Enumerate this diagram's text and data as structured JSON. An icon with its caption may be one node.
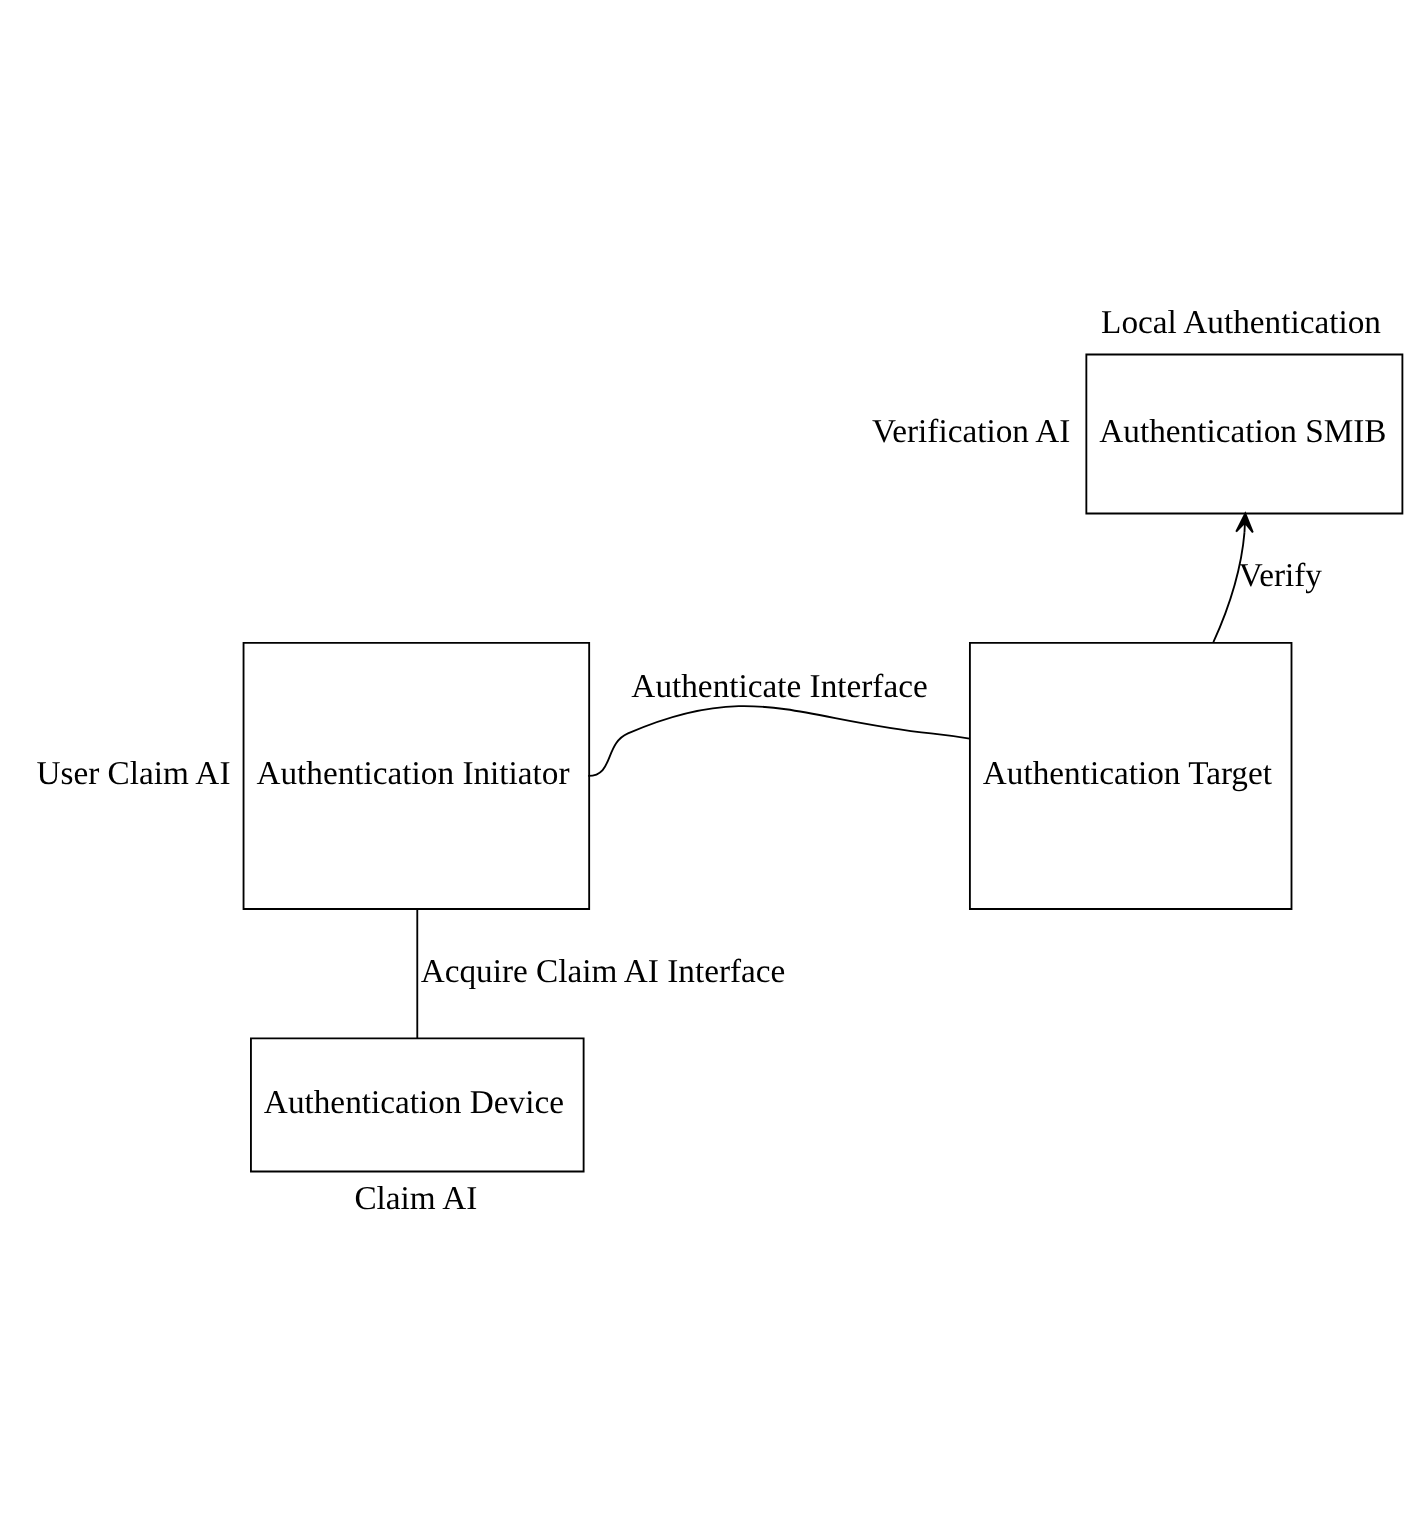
{
  "diagram": {
    "nodes": [
      {
        "text": [
          "Authentication SMIB"
        ],
        "beside": [
          "Local Authentication",
          "Verification AI"
        ]
      },
      {
        "text": [
          "Authentication Initiator"
        ],
        "beside": [
          "User Claim AI"
        ]
      },
      {
        "text": [
          "Authentication Target"
        ]
      },
      {
        "text": [
          "Authentication Device"
        ],
        "beside": [
          "Claim AI"
        ]
      }
    ],
    "edges": [
      {
        "from": 2,
        "to": 0,
        "arrow": "to",
        "label": "Verify"
      },
      {
        "from": 1,
        "to": 2,
        "arrow": "none",
        "label": "Authenticate Interface"
      },
      {
        "from": 1,
        "to": 3,
        "arrow": "none",
        "label": "Acquire Claim AI Interface"
      }
    ]
  }
}
